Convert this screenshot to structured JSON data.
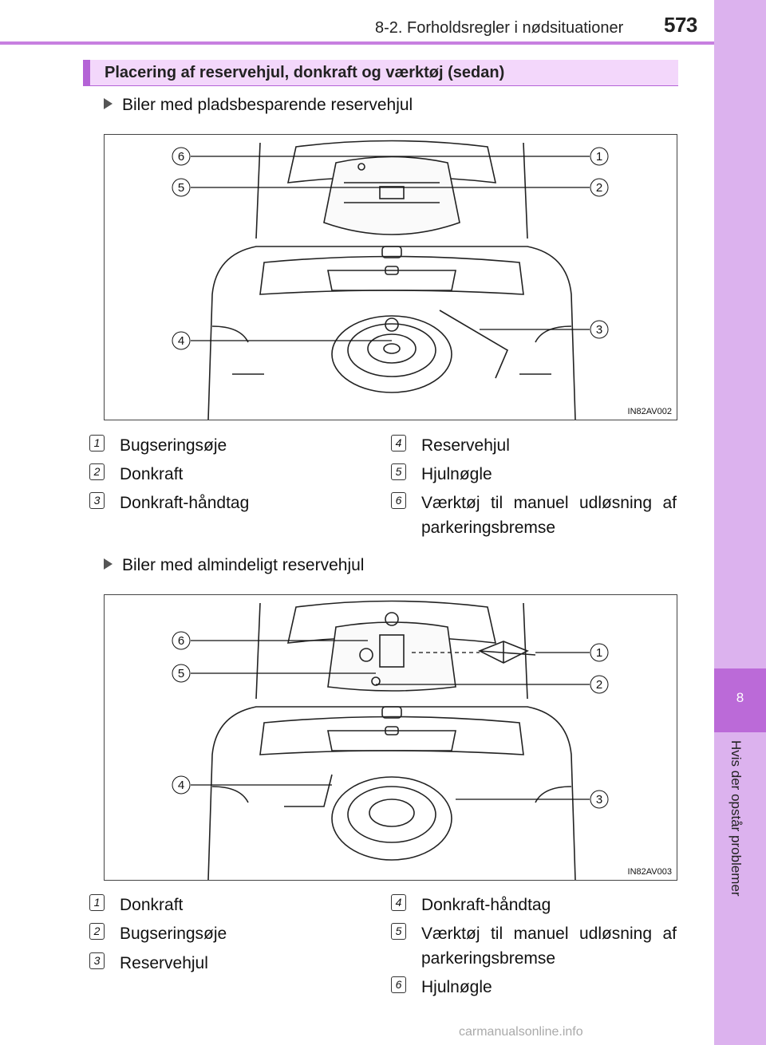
{
  "header": {
    "title": "8-2. Forholdsregler i nødsituationer",
    "page_number": "573"
  },
  "sidebar": {
    "chapter_number": "8",
    "chapter_title": "Hvis der opstår problemer"
  },
  "section": {
    "title": "Placering af reservehjul, donkraft og værktøj (sedan)"
  },
  "variant1": {
    "heading": "Biler med pladsbesparende reservehjul",
    "figure_code": "IN82AV002",
    "callouts": [
      "1",
      "2",
      "3",
      "4",
      "5",
      "6"
    ],
    "legend": [
      {
        "n": "1",
        "text": "Bugseringsøje"
      },
      {
        "n": "2",
        "text": "Donkraft"
      },
      {
        "n": "3",
        "text": "Donkraft-håndtag"
      },
      {
        "n": "4",
        "text": "Reservehjul"
      },
      {
        "n": "5",
        "text": "Hjulnøgle"
      },
      {
        "n": "6",
        "text": "Værktøj til manuel udløsning af parkeringsbremse"
      }
    ]
  },
  "variant2": {
    "heading": "Biler med almindeligt reservehjul",
    "figure_code": "IN82AV003",
    "callouts": [
      "1",
      "2",
      "3",
      "4",
      "5",
      "6"
    ],
    "legend": [
      {
        "n": "1",
        "text": "Donkraft"
      },
      {
        "n": "2",
        "text": "Bugseringsøje"
      },
      {
        "n": "3",
        "text": "Reservehjul"
      },
      {
        "n": "4",
        "text": "Donkraft-håndtag"
      },
      {
        "n": "5",
        "text": "Værktøj til manuel udløsning af parkeringsbremse"
      },
      {
        "n": "6",
        "text": "Hjulnøgle"
      }
    ]
  },
  "watermark": "carmanualsonline.info"
}
